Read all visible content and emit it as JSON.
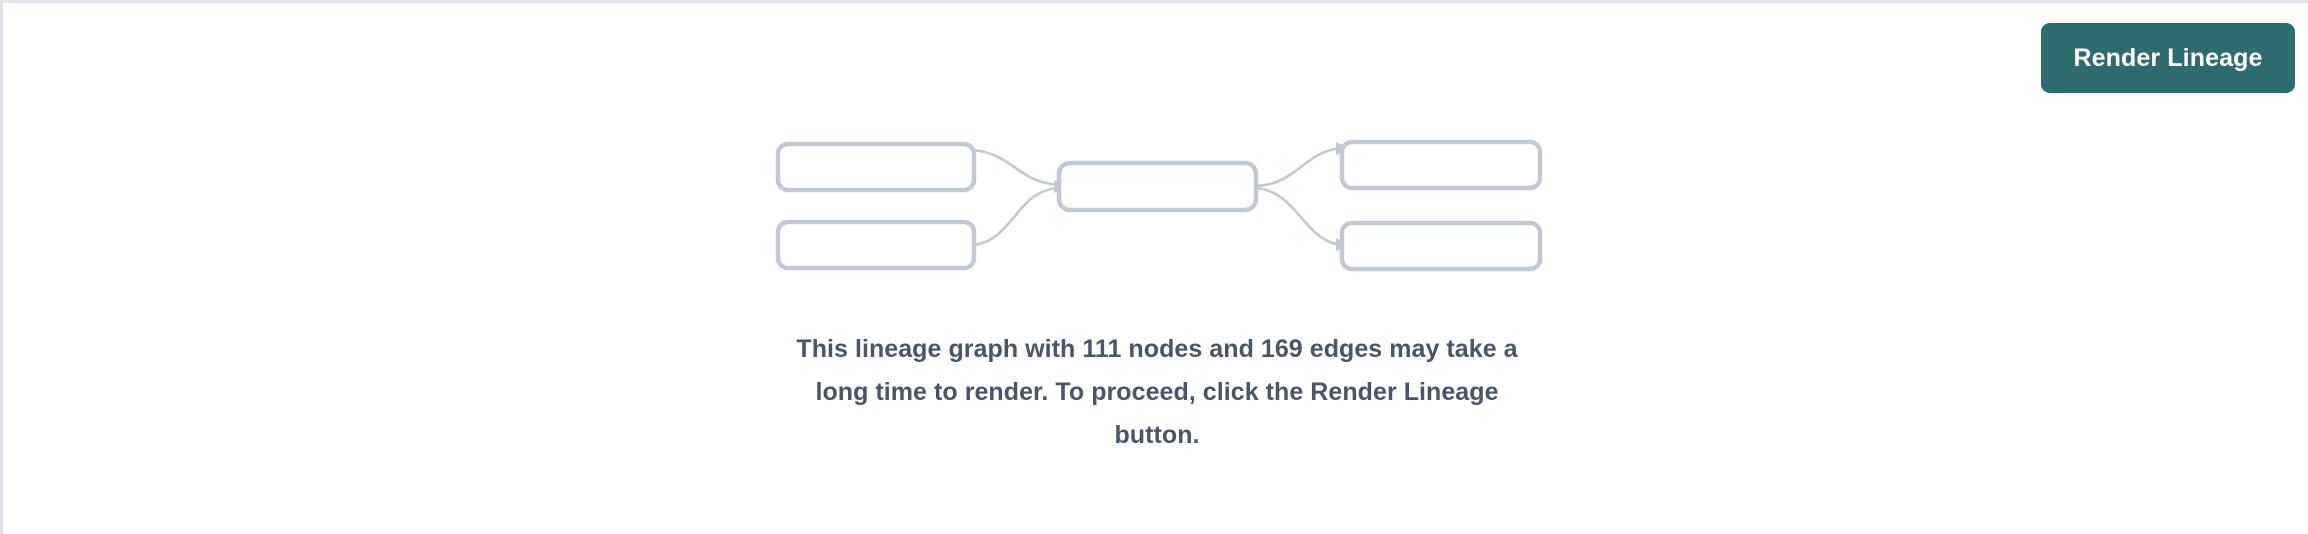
{
  "panel": {
    "background_color": "#ffffff",
    "border_color": "#e2e5e9"
  },
  "toolbar": {
    "render_lineage_label": "Render Lineage",
    "render_lineage_color": "#2d6b6e",
    "render_lineage_text_color": "#ffffff"
  },
  "message": {
    "text": "This lineage graph with 111 nodes and 169 edges may take a long time to render. To proceed, click the Render Lineage button.",
    "node_count": "111",
    "edge_count": "169",
    "color": "#4a5568"
  },
  "graph_placeholder": {
    "node_stroke_color": "#c3c9d2",
    "node_fill_color": "#ffffff",
    "edge_color": "#c3c9d2",
    "node_count_shown": 5,
    "edge_count_shown": 4,
    "nodes": [
      {
        "id": "upstream-1",
        "column": "left",
        "row": 1
      },
      {
        "id": "upstream-2",
        "column": "left",
        "row": 2
      },
      {
        "id": "focus",
        "column": "center",
        "row": 1
      },
      {
        "id": "downstream-1",
        "column": "right",
        "row": 1
      },
      {
        "id": "downstream-2",
        "column": "right",
        "row": 2
      }
    ],
    "edges": [
      {
        "from": "upstream-1",
        "to": "focus"
      },
      {
        "from": "upstream-2",
        "to": "focus"
      },
      {
        "from": "focus",
        "to": "downstream-1"
      },
      {
        "from": "focus",
        "to": "downstream-2"
      }
    ]
  }
}
